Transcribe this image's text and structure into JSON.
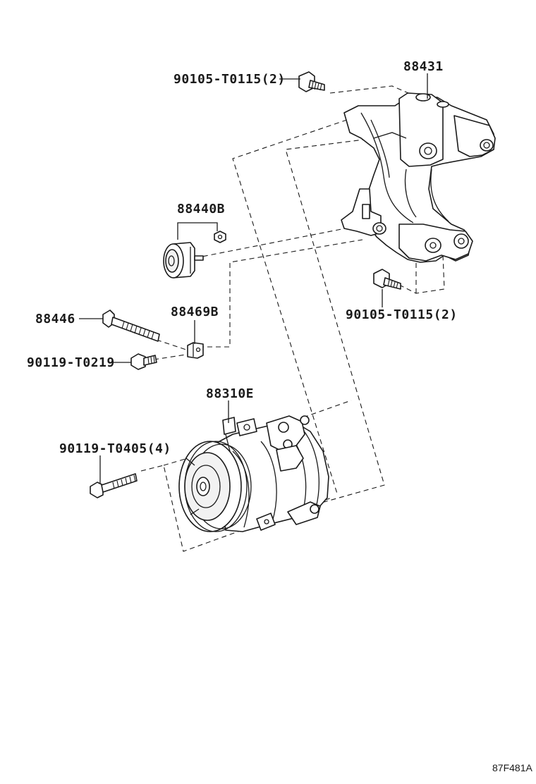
{
  "diagram": {
    "callouts": {
      "bracket": "88431",
      "bolt_top": "90105-T0115(2)",
      "idler_pulley": "88440B",
      "adjust_bolt": "88446",
      "adjust_block": "88469B",
      "lock_bolt": "90119-T0219",
      "compressor": "88310E",
      "compressor_bolts": "90119-T0405(4)",
      "bolt_right": "90105-T0115(2)"
    },
    "figure_code": "87F481A"
  }
}
